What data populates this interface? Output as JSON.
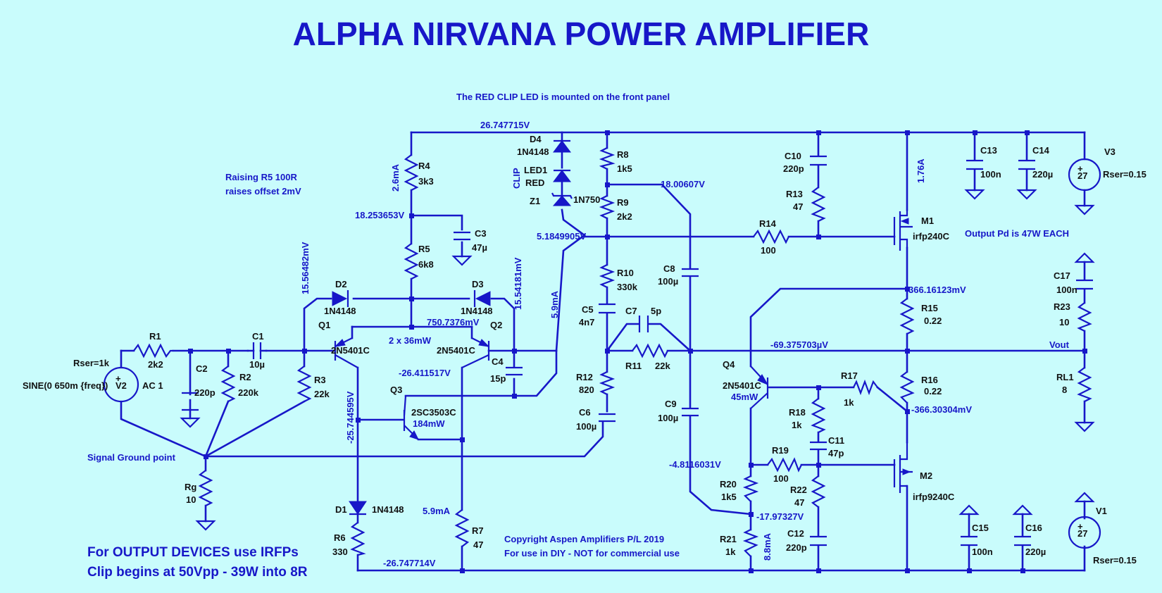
{
  "title": "ALPHA NIRVANA POWER AMPLIFIER",
  "notes": {
    "clip_led": "The RED CLIP LED is mounted on the front panel",
    "raising_r5_1": "Raising  R5 100R",
    "raising_r5_2": "raises offset 2mV",
    "output_pd": "Output Pd is 47W EACH",
    "signal_ground": "Signal Ground point",
    "output_devices": "For OUTPUT DEVICES use IRFPs",
    "clip_begins": "Clip begins at 50Vpp - 39W into 8R",
    "copyright": "Copyright Aspen Amplifiers P/L    2019",
    "diy": "For use in DIY - NOT for commercial use",
    "clip_word": "CLIP"
  },
  "voltages": {
    "rail_pos": "26.747715V",
    "rail_neg": "-26.747714V",
    "n_18_25": "18.253653V",
    "n_18_00": "18.00607V",
    "n_5_18": "5.1849905V",
    "n_15_56": "15.56482mV",
    "n_15_54": "15.54181mV",
    "n_750": "750.7376mV",
    "n_26_41": "-26.411517V",
    "n_25_74": "-25.744595V",
    "n_366_16": "366.16123mV",
    "n_366_30": "-366.30304mV",
    "n_out": "-69.375703µV",
    "n_4_81": "-4.8116031V",
    "n_17_97": "-17.97327V"
  },
  "currents": {
    "r4": "2.6mA",
    "q3": "5.9mA",
    "r7": "5.9mA",
    "m1": "1.76A",
    "r21": "8.8mA"
  },
  "power": {
    "q1q2": "2 x 36mW",
    "q3": "184mW",
    "q4": "45mW"
  },
  "components": {
    "R1": {
      "ref": "R1",
      "val": "2k2"
    },
    "R2": {
      "ref": "R2",
      "val": "220k"
    },
    "R3": {
      "ref": "R3",
      "val": "22k"
    },
    "R4": {
      "ref": "R4",
      "val": "3k3"
    },
    "R5": {
      "ref": "R5",
      "val": "6k8"
    },
    "R6": {
      "ref": "R6",
      "val": "330"
    },
    "R7": {
      "ref": "R7",
      "val": "47"
    },
    "R8": {
      "ref": "R8",
      "val": "1k5"
    },
    "R9": {
      "ref": "R9",
      "val": "2k2"
    },
    "R10": {
      "ref": "R10",
      "val": "330k"
    },
    "R11": {
      "ref": "R11",
      "val": "22k"
    },
    "R12": {
      "ref": "R12",
      "val": "820"
    },
    "R13": {
      "ref": "R13",
      "val": "47"
    },
    "R14": {
      "ref": "R14",
      "val": "100"
    },
    "R15": {
      "ref": "R15",
      "val": "0.22"
    },
    "R16": {
      "ref": "R16",
      "val": "0.22"
    },
    "R17": {
      "ref": "R17",
      "val": "1k"
    },
    "R18": {
      "ref": "R18",
      "val": "1k"
    },
    "R19": {
      "ref": "R19",
      "val": "100"
    },
    "R20": {
      "ref": "R20",
      "val": "1k5"
    },
    "R21": {
      "ref": "R21",
      "val": "1k"
    },
    "R22": {
      "ref": "R22",
      "val": "47"
    },
    "R23": {
      "ref": "R23",
      "val": "10"
    },
    "RL1": {
      "ref": "RL1",
      "val": "8"
    },
    "Rg": {
      "ref": "Rg",
      "val": "10"
    },
    "C1": {
      "ref": "C1",
      "val": "10µ"
    },
    "C2": {
      "ref": "C2",
      "val": "220p"
    },
    "C3": {
      "ref": "C3",
      "val": "47µ"
    },
    "C4": {
      "ref": "C4",
      "val": "15p"
    },
    "C5": {
      "ref": "C5",
      "val": "4n7"
    },
    "C6": {
      "ref": "C6",
      "val": "100µ"
    },
    "C7": {
      "ref": "C7",
      "val": "5p"
    },
    "C8": {
      "ref": "C8",
      "val": "100µ"
    },
    "C9": {
      "ref": "C9",
      "val": "100µ"
    },
    "C10": {
      "ref": "C10",
      "val": "220p"
    },
    "C11": {
      "ref": "C11",
      "val": "47p"
    },
    "C12": {
      "ref": "C12",
      "val": "220p"
    },
    "C13": {
      "ref": "C13",
      "val": "100n"
    },
    "C14": {
      "ref": "C14",
      "val": "220µ"
    },
    "C15": {
      "ref": "C15",
      "val": "100n"
    },
    "C16": {
      "ref": "C16",
      "val": "220µ"
    },
    "C17": {
      "ref": "C17",
      "val": "100n"
    },
    "D1": {
      "ref": "D1",
      "val": "1N4148"
    },
    "D2": {
      "ref": "D2",
      "val": "1N4148"
    },
    "D3": {
      "ref": "D3",
      "val": "1N4148"
    },
    "D4": {
      "ref": "D4",
      "val": "1N4148"
    },
    "LED1": {
      "ref": "LED1",
      "val": "RED"
    },
    "Z1": {
      "ref": "Z1",
      "val": "1N750"
    },
    "Q1": {
      "ref": "Q1",
      "val": "2N5401C"
    },
    "Q2": {
      "ref": "Q2",
      "val": "2N5401C"
    },
    "Q3": {
      "ref": "Q3",
      "val": "2SC3503C"
    },
    "Q4": {
      "ref": "Q4",
      "val": "2N5401C"
    },
    "M1": {
      "ref": "M1",
      "val": "irfp240C"
    },
    "M2": {
      "ref": "M2",
      "val": "irfp9240C"
    },
    "V1": {
      "ref": "V1",
      "val": "27",
      "rser": "Rser=0.15"
    },
    "V2": {
      "ref": "V2",
      "rser": "Rser=1k",
      "sine": "SINE(0 650m {freq})",
      "ac": "AC 1"
    },
    "V3": {
      "ref": "V3",
      "val": "27",
      "rser": "Rser=0.15"
    }
  },
  "vout": "Vout"
}
